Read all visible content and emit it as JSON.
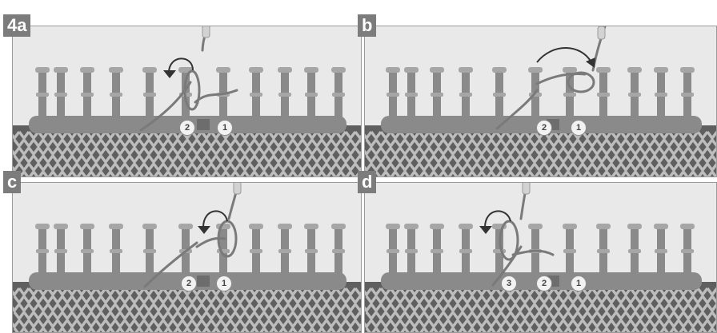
{
  "panels": [
    {
      "id": "a",
      "label": "4a",
      "peg_numbers": [
        "2",
        "1"
      ],
      "arrow": "curl-left"
    },
    {
      "id": "b",
      "label": "b",
      "peg_numbers": [
        "2",
        "1"
      ],
      "arrow": "arc-right"
    },
    {
      "id": "c",
      "label": "c",
      "peg_numbers": [
        "2",
        "1"
      ],
      "arrow": "curl-left"
    },
    {
      "id": "d",
      "label": "d",
      "peg_numbers": [
        "3",
        "2",
        "1"
      ],
      "arrow": "curl-left"
    }
  ],
  "colors": {
    "background": "#e9e9e9",
    "loom": "#8a8a8a",
    "loom_light": "#a6a6a6",
    "yarn": "#7a7a7a",
    "knit_dark": "#5f5f5f",
    "knit_light": "#bdbdbd",
    "label_bg": "#7c7c7c"
  }
}
